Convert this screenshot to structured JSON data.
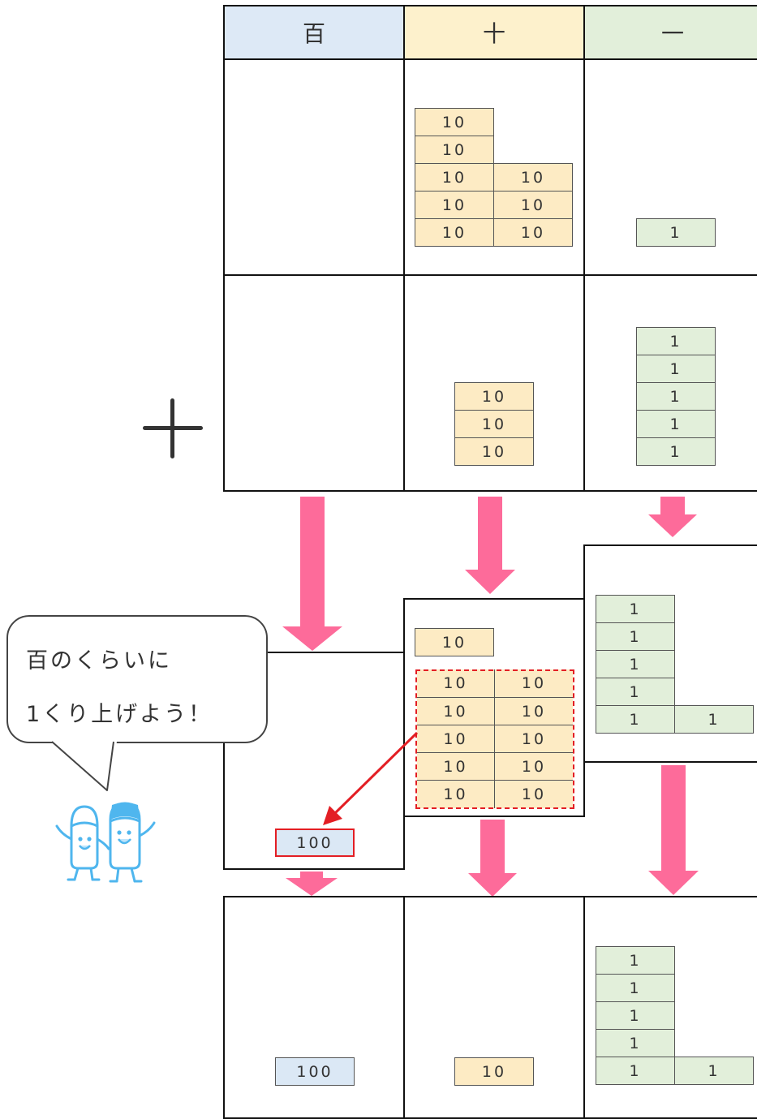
{
  "headers": {
    "hundreds": "百",
    "tens": "十",
    "ones": "一"
  },
  "blocks": {
    "ten": "10",
    "one": "1",
    "hundred": "100"
  },
  "speech": {
    "line1": "百のくらいに",
    "line2": "1くり上げよう！"
  },
  "colors": {
    "hundreds_header": "#dde9f6",
    "tens_header": "#fdf1cc",
    "ones_header": "#e2efda",
    "arrow": "#fd6b9a",
    "regroup_highlight": "#e31e24"
  },
  "operation_symbol": "plus-sign",
  "numbers": {
    "first_addend": {
      "hundreds": 0,
      "tens": 8,
      "ones": 1
    },
    "second_addend": {
      "hundreds": 0,
      "tens": 3,
      "ones": 5
    },
    "regrouping": {
      "hundreds": 1,
      "tens": 1,
      "ones": 6,
      "tens_regrouped": 10
    },
    "result": {
      "hundreds": 1,
      "tens": 1,
      "ones": 6
    }
  }
}
